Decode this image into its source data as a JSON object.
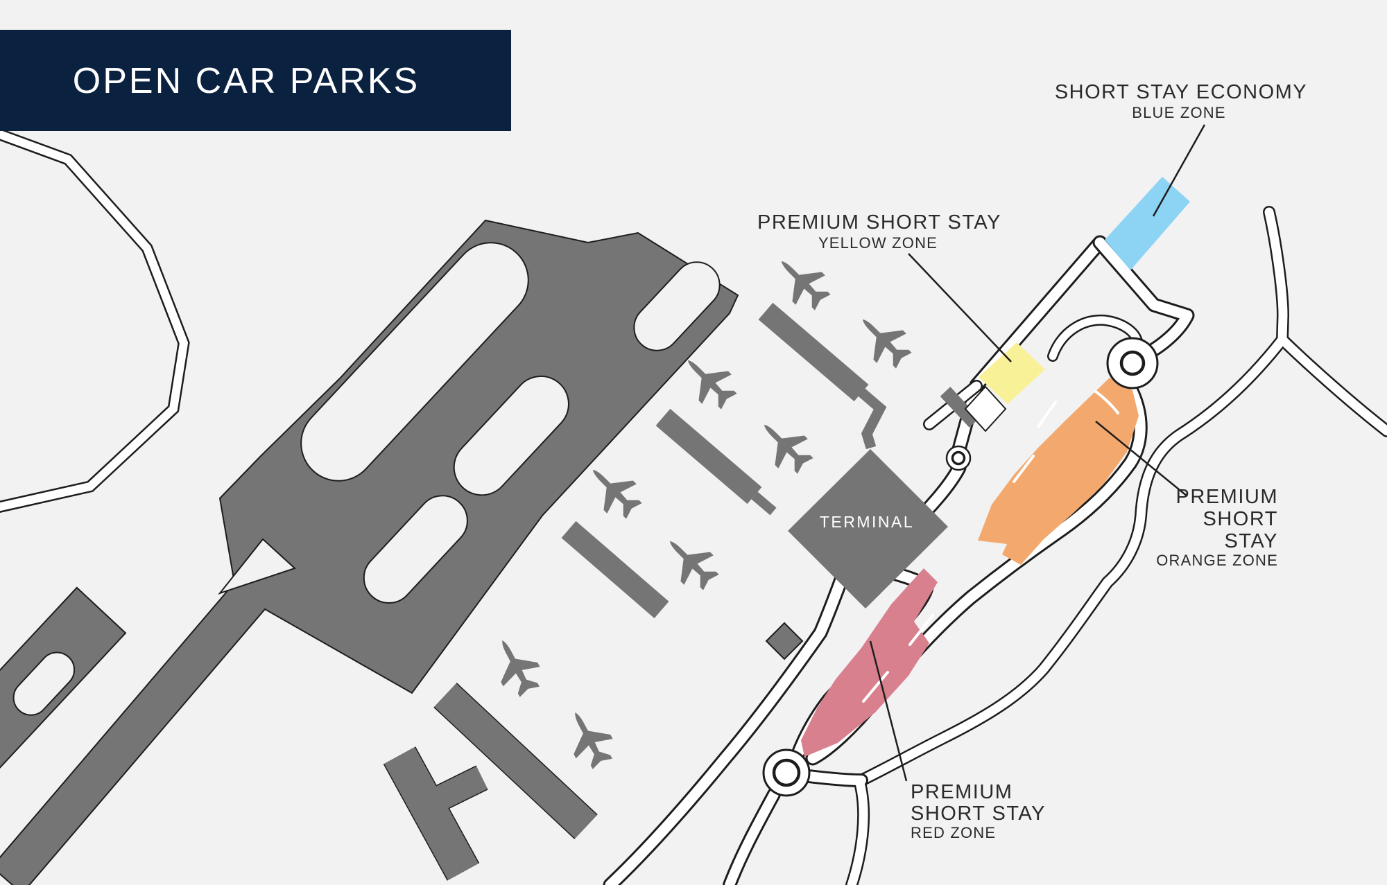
{
  "banner": {
    "title": "OPEN CAR PARKS",
    "bg_color": "#0a2140",
    "text_color": "#ffffff"
  },
  "map": {
    "background_color": "#f2f2f3",
    "airside_color": "#757575",
    "outline_color": "#1d1d1b",
    "road_fill_color": "#ffffff",
    "terminal": {
      "label": "TERMINAL"
    },
    "zones": {
      "blue": {
        "title": "SHORT STAY ECONOMY",
        "subtitle": "BLUE ZONE",
        "color": "#8dd3f4"
      },
      "yellow": {
        "title": "PREMIUM SHORT STAY",
        "subtitle": "YELLOW ZONE",
        "color": "#f9f198"
      },
      "orange": {
        "title_lines": [
          "PREMIUM",
          "SHORT",
          "STAY"
        ],
        "subtitle": "ORANGE ZONE",
        "color": "#f3a96d"
      },
      "red": {
        "title_lines": [
          "PREMIUM",
          "SHORT STAY"
        ],
        "subtitle": "RED ZONE",
        "color": "#d8808e"
      }
    },
    "icons": {
      "airplane": "airplane-icon",
      "roundabout": "roundabout-icon"
    }
  }
}
